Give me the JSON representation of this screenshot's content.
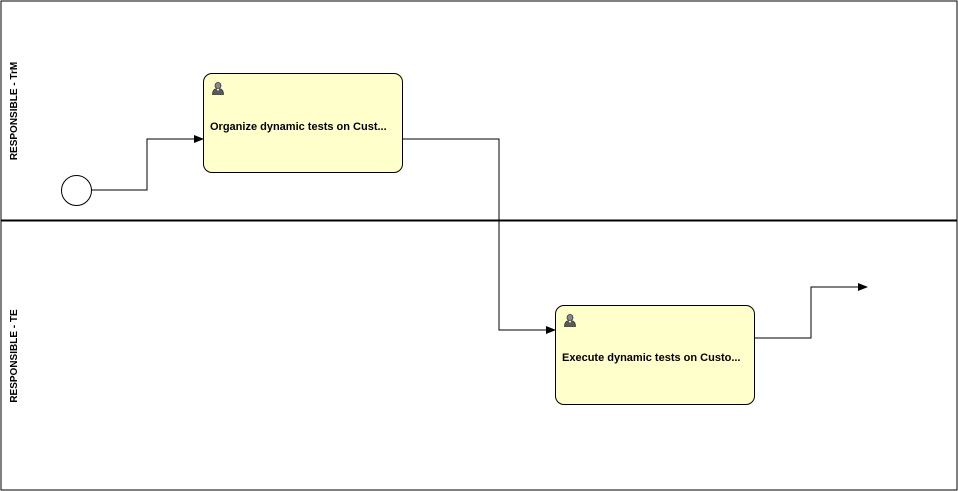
{
  "diagram": {
    "lanes": [
      {
        "label": "RESPONSIBLE - TrM"
      },
      {
        "label": "RESPONSIBLE - TE"
      }
    ],
    "tasks": [
      {
        "label": "Organize dynamic tests on Cust...",
        "icon": "user-task-icon",
        "fill": "#ffffcc"
      },
      {
        "label": "Execute dynamic tests on Custo...",
        "icon": "user-task-icon",
        "fill": "#ffffcc"
      }
    ],
    "events": [
      {
        "type": "start-event"
      }
    ]
  }
}
